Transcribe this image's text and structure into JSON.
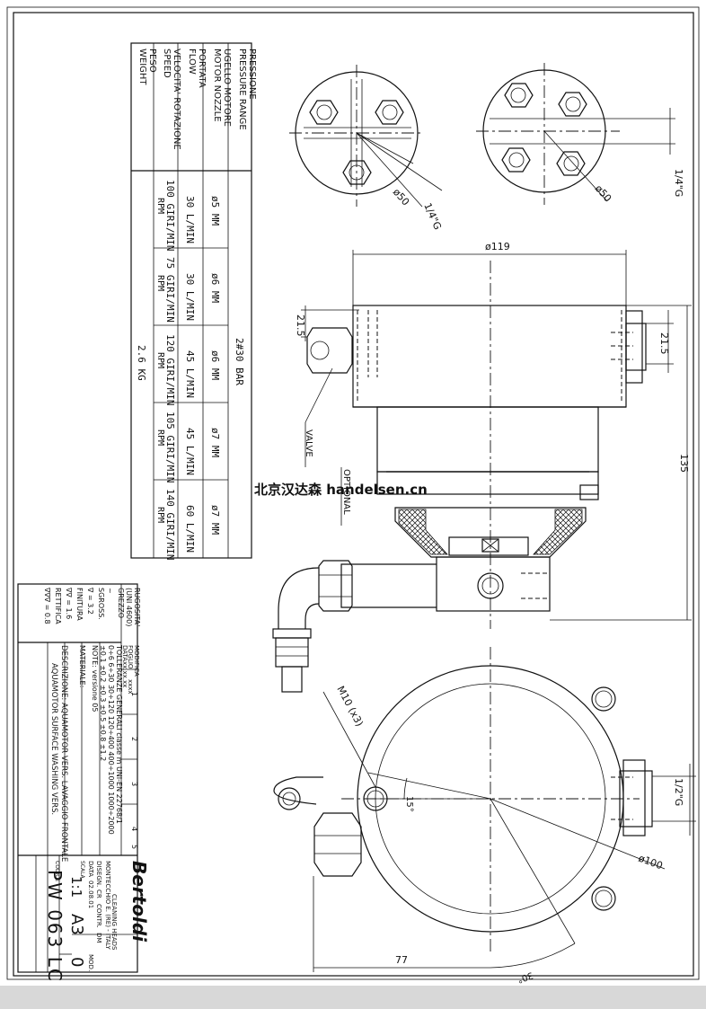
{
  "watermark": "北京汉达森 handelsen.cn",
  "spec_table": {
    "headers": [
      "PRESSIONE\nPRESSURE RANGE",
      "UGELLO MOTORE\nMOTOR NOZZLE",
      "PORTATA\nFLOW",
      "VELOCITA' ROTAZIONE\nSPEED",
      "PESO\nWEIGHT"
    ],
    "pressure": "2#30 BAR",
    "columns": [
      {
        "nozzle": "ø5 MM",
        "flow": "30 L/MIN",
        "speed": "100 GIRI/MIN\nRPM"
      },
      {
        "nozzle": "ø6 MM",
        "flow": "30 L/MIN",
        "speed": "75 GIRI/MIN\nRPM"
      },
      {
        "nozzle": "ø6 MM",
        "flow": "45 L/MIN",
        "speed": "120 GIRI/MIN\nRPM"
      },
      {
        "nozzle": "ø7 MM",
        "flow": "45 L/MIN",
        "speed": "105 GIRI/MIN\nRPM"
      },
      {
        "nozzle": "ø7 MM",
        "flow": "60 L/MIN",
        "speed": "140 GIRI/MIN\nRPM"
      }
    ],
    "weight": "2.6 KG"
  },
  "dimensions": {
    "d119": "ø119",
    "d50_left": "ø50",
    "d50_right": "ø50",
    "quarter_g_left": "1/4\"G",
    "quarter_g_right": "1/4\"G",
    "h21_5_left": "21.5",
    "h21_5_right": "21.5",
    "h135": "135",
    "half_g": "1/2\"G",
    "d100": "ø100",
    "w77": "77",
    "m10": "M10 (x3)",
    "a15": "15°",
    "a30": "30°"
  },
  "callouts": {
    "valve": "VALVE",
    "optional": "OPTIONAL"
  },
  "title_block": {
    "rugosita": "RUGOSITA'",
    "uni": "(UNI 4600)",
    "grezzo": "GREZZO",
    "sgross": "SGROSS.",
    "finitura": "FINITURA",
    "rettifica": "RETTIFICA",
    "sym_grezzo": "~",
    "sym_sgross": "∇  =  3.2",
    "sym_finitura": "∇∇  =  1.6",
    "sym_rettifica": "∇∇∇  =  0.8",
    "modifica": "MODIFICA",
    "foglio": "FOGLIO",
    "data": "DATA",
    "xxxx": "xxxx",
    "xxxxxx": "xx.xx.xx",
    "rev_cols": [
      "1",
      "2",
      "3",
      "4",
      "5"
    ],
    "tolleranze": "TOLLERANZE GENERALI classe m UNI-EN 22768/1",
    "tol_ranges": "0÷6  6÷30  30÷120  120÷400  400÷1000  1000÷2000",
    "tol_values": "±0.1  ±0.2  ±0.3  ±0.5  ±0.8  ±1.2",
    "note": "NOTE: versione 05",
    "materiale": "MATERIALE:",
    "descrizione": "DESCRIZIONE: AQUAMOTOR VERS. LAVAGGIO FRONTALE",
    "descrizione2": "AQUAMOTOR SURFACE WASHING VERS.",
    "company": "Bertoldi",
    "company_sub": "CLEANING HEADS",
    "address": "MONTECCHIO E. (RE) - ITALY",
    "disegn": "DISEGN.",
    "disegn_val": "CR",
    "contr": "CONTR.",
    "contr_val": "DM",
    "data2_label": "DATA",
    "data2": "02.08.01",
    "mod": "MOD.",
    "scala_label": "SCALA",
    "scala": "1:1",
    "format": "A3",
    "mod_val": "0",
    "codice_label": "CODICE",
    "codice": "PW 063 LC"
  }
}
